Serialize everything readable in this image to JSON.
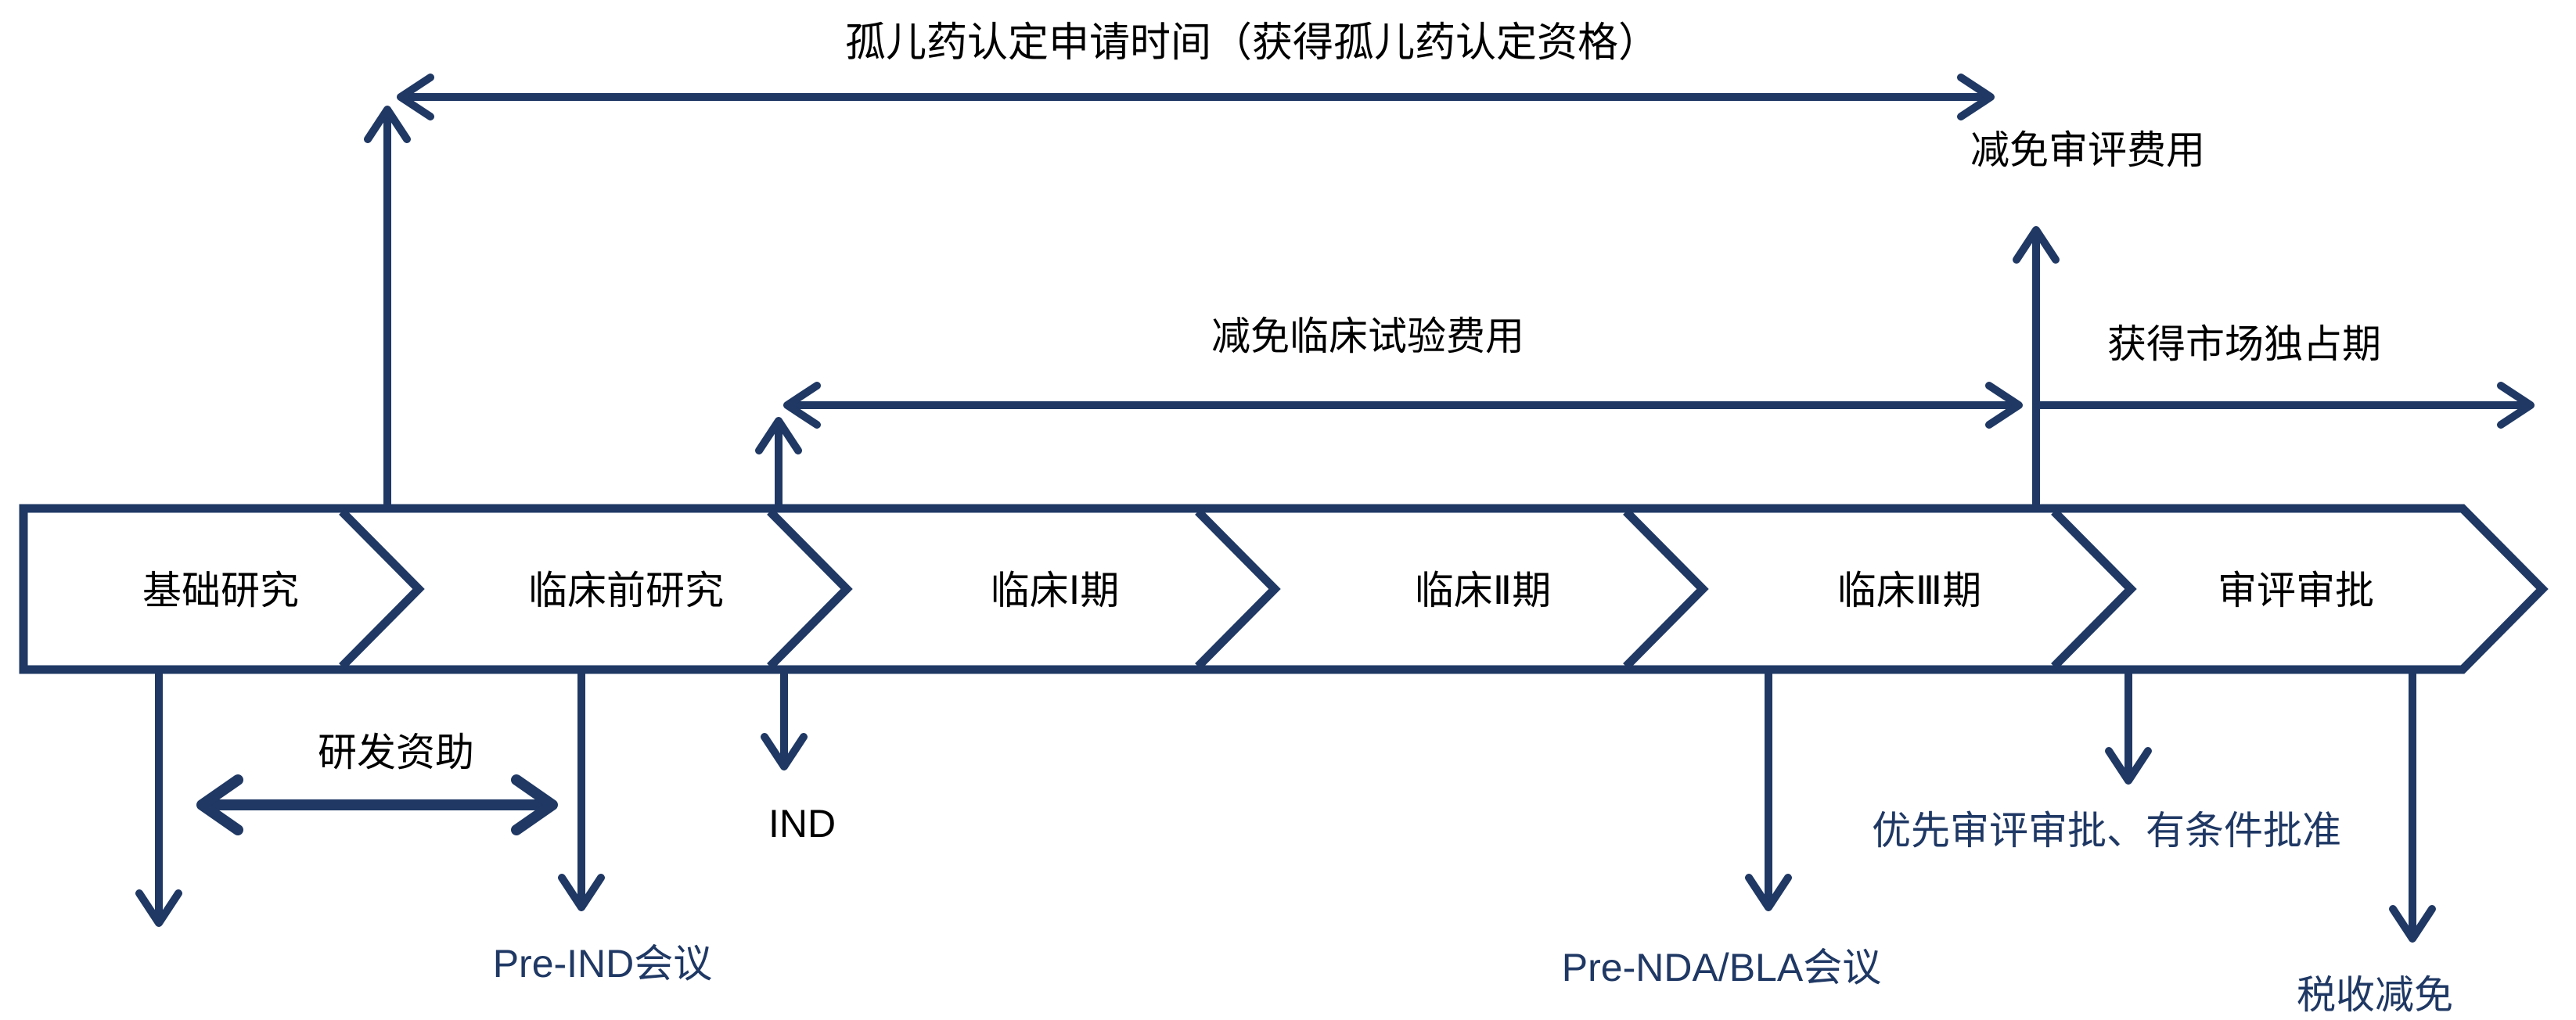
{
  "colors": {
    "navy": "#1f3864",
    "black": "#000000",
    "background": "#ffffff"
  },
  "header": {
    "title": "孤儿药认定申请时间（获得孤儿药认定资格）"
  },
  "timeline": {
    "stages": [
      {
        "label": "基础研究"
      },
      {
        "label": "临床前研究"
      },
      {
        "label": "临床Ⅰ期"
      },
      {
        "label": "临床Ⅱ期"
      },
      {
        "label": "临床Ⅲ期"
      },
      {
        "label": "审评审批"
      }
    ]
  },
  "benefits": {
    "review_fee_waiver": "减免审评费用",
    "clinical_trial_fee_waiver": "减免临床试验费用",
    "market_exclusivity": "获得市场独占期",
    "rd_funding": "研发资助",
    "priority_review": "优先审评审批、有条件批准",
    "tax_relief": "税收减免"
  },
  "milestones": {
    "ind": "IND",
    "pre_ind_meeting": "Pre-IND会议",
    "pre_nda_meeting": "Pre-NDA/BLA会议"
  }
}
